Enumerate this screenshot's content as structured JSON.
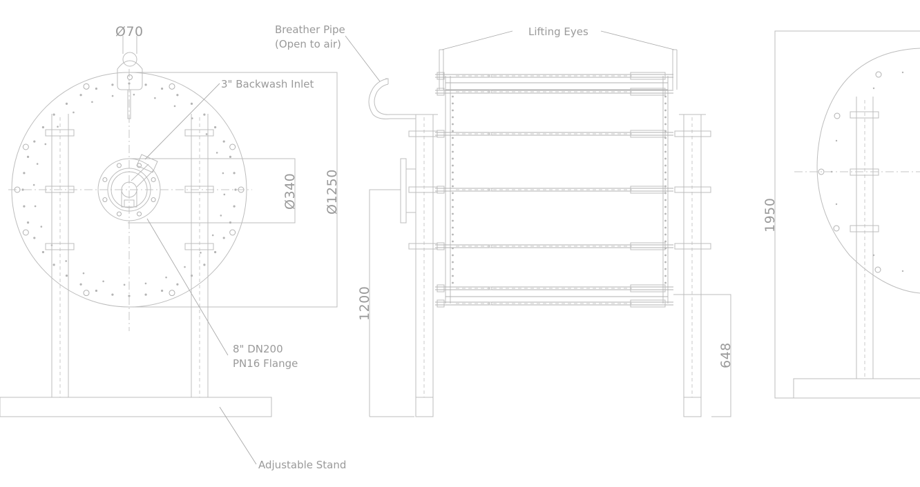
{
  "labels": {
    "breather_line1": "Breather Pipe",
    "breather_line2": "(Open to air)",
    "lifting_eyes": "Lifting Eyes",
    "backwash_inlet": "3\" Backwash Inlet",
    "flange_line1": "8\" DN200",
    "flange_line2": "PN16 Flange",
    "adjustable_stand": "Adjustable Stand"
  },
  "dimensions": {
    "d70": "Ø70",
    "d340": "Ø340",
    "d1250": "Ø1250",
    "h1200": "1200",
    "h648": "648",
    "h1950": "1950"
  },
  "colors": {
    "line": "#bcbcbc",
    "text": "#9a9a9a",
    "background": "#ffffff"
  }
}
